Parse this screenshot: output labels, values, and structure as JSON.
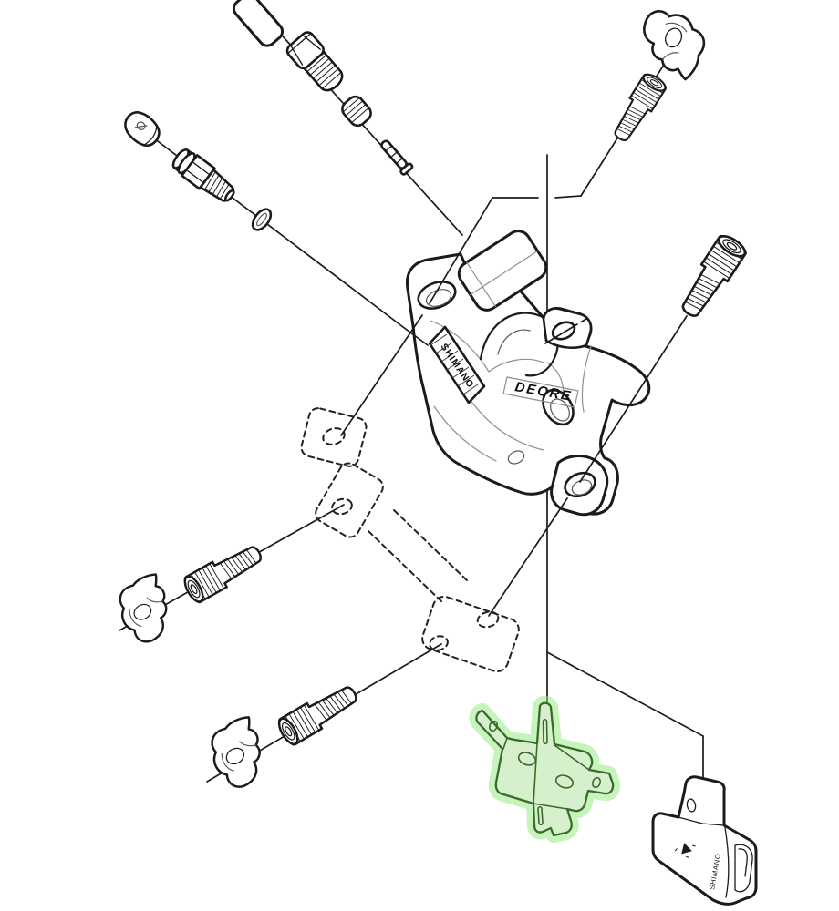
{
  "diagram": {
    "background": "#ffffff",
    "ink": "#1b1b1b",
    "labels": {
      "caliper_brand": "SHIMANO",
      "caliper_model": "DEORE",
      "bleed_block_brand": "SHIMANO"
    },
    "highlight": {
      "fill": "#d6efcd",
      "stroke": "#3a6b2a",
      "glow": "#90e87c"
    }
  }
}
